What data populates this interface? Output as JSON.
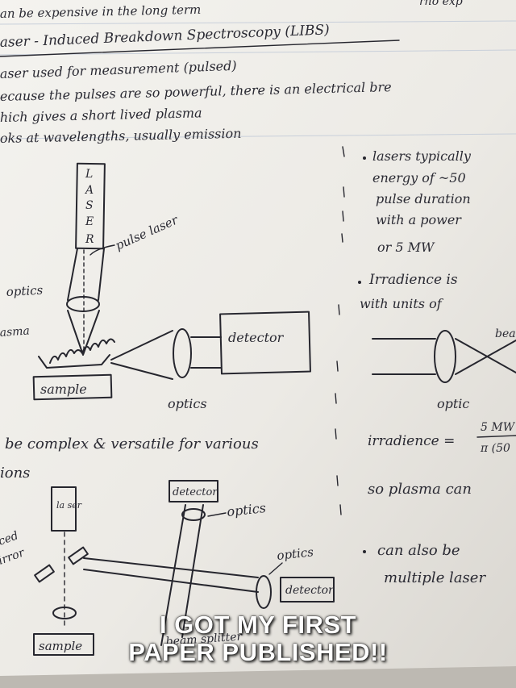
{
  "caption": {
    "line1": "I GOT MY FIRST",
    "line2": "PAPER PUBLISHED!!"
  },
  "notes": {
    "line_top_cut": "rho exp",
    "line_expensive": "an be expensive in the long term",
    "heading": "aser - Induced Breakdown Spectroscopy (LIBS)",
    "line_laser_used": "aser used for measurement (pulsed)",
    "line_because": "ecause the pulses are so powerful, there is an electrical bre",
    "line_which": "hich gives a short lived plasma",
    "line_looks": "oks at wavelengths, usually emission"
  },
  "diagram1": {
    "laser_letters": [
      "L",
      "A",
      "S",
      "E",
      "R"
    ],
    "pulse_laser": "pulse laser",
    "optics": "optics",
    "plasma": "asma",
    "sample": "sample",
    "detector": "detector",
    "optics_bottom": "optics"
  },
  "right_notes": {
    "lasers_typically": "lasers typically",
    "energy_of": "energy of ~50",
    "pulse_duration": "pulse duration",
    "with_a_power": "with a power",
    "or_5mw": "or 5 MW",
    "irradience_is": "Irradience is",
    "with_units_of": "with units of",
    "beam_label": "bea",
    "optic": "optic",
    "formula_lhs": "irradience =",
    "formula_num": "5 MW",
    "formula_den": "π (50",
    "so_plasma": "so plasma can",
    "can_also": "can also be",
    "multiple_laser": "multiple laser"
  },
  "bottom_notes": {
    "complex": "be complex & versatile for various",
    "ions": "ions",
    "detector_top": "detector",
    "optics_top": "optics",
    "optics_right": "optics",
    "detector_right": "detector",
    "ced": "ced",
    "mirror": "irror",
    "beam_splitter": "beam splitter",
    "sample_bottom": "sample",
    "laser_small": "la ser"
  }
}
